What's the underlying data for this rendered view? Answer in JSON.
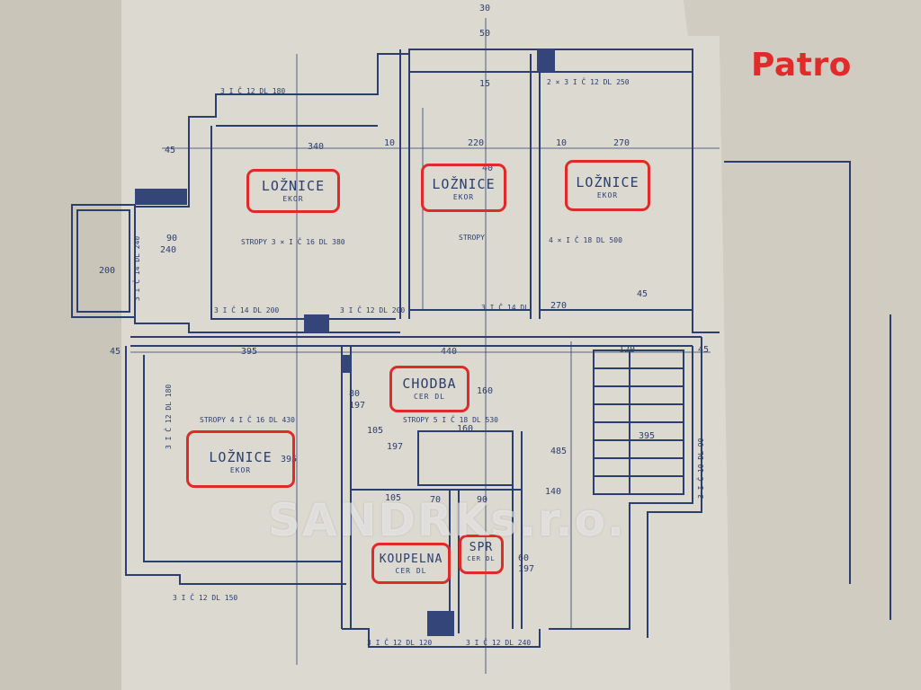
{
  "title": "Patro",
  "watermark": "SANDRKs.r.o.",
  "colors": {
    "paper": "#d9d6cd",
    "ink": "#2c3e6e",
    "highlight": "#e02a2a"
  },
  "rooms": [
    {
      "name": "LOŽNICE",
      "floor": "EKOR"
    },
    {
      "name": "LOŽNICE",
      "floor": "EKOR"
    },
    {
      "name": "LOŽNICE",
      "floor": "EKOR"
    },
    {
      "name": "CHODBA",
      "floor": "CER DL"
    },
    {
      "name": "LOŽNICE",
      "floor": "EKOR"
    },
    {
      "name": "KOUPELNA",
      "floor": "CER DL"
    },
    {
      "name": "SPR",
      "floor": "CER DL"
    }
  ],
  "labels": {
    "lintel_1": "3 I Č 12 DL 180",
    "lintel_2": "2 × 3 I Č 12 DL 250",
    "ceiling_1": "STROPY 3 × I Č 16 DL 380",
    "ceiling_2": "STROPY",
    "ceiling_3": "4 × I Č 18 DL 500",
    "ceiling_4": "STROPY 4 I Č 16 DL 430",
    "ceiling_5": "STROPY 5 I Č 18 DL 530",
    "lintel_3": "3 I Č 14 DL 200",
    "lintel_4": "3 I Č 12 DL 200",
    "lintel_5": "3 I Č 14 DL",
    "lintel_6": "3 I Č 12 DL 150",
    "lintel_7": "3 I Č 12 DL 120",
    "lintel_8": "3 I Č 12 DL 240",
    "lintel_9": "3 I Č 12 DL 180",
    "lintel_10": "3 I Č 10 DL 90",
    "lintel_11": "3 I Č 14 DL 240"
  },
  "dimensions": {
    "d340": "340",
    "d220": "220",
    "d270": "270",
    "d10a": "10",
    "d10b": "10",
    "d45a": "45",
    "d45b": "45",
    "d45c": "45",
    "d45d": "45",
    "d395a": "395",
    "d440": "440",
    "d120": "120",
    "d395b": "395",
    "d160a": "160",
    "d160b": "160",
    "d485": "485",
    "d140": "140",
    "d105a": "105",
    "d105b": "105",
    "d70": "70",
    "d90a": "90",
    "d60": "60",
    "d197a": "197",
    "d197b": "197",
    "d197c": "197",
    "d80": "80",
    "d90b": "90",
    "d240": "240",
    "d200": "200",
    "d395c": "395",
    "d270b": "270",
    "d30": "30",
    "d50": "50",
    "d15": "15",
    "d40": "40"
  }
}
